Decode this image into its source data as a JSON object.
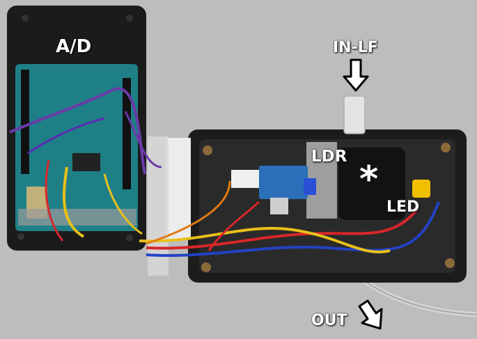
{
  "labels": {
    "ad": "A/D",
    "in_lf": "IN-LF",
    "ldr": "LDR",
    "led": "LED",
    "out": "OUT",
    "asterisk": "*"
  },
  "colors": {
    "background": "#b9b9b9",
    "enclosure": "#1c1c1c",
    "arduino_board": "#1f7f86",
    "sensor_board": "#2a6fb8",
    "wire_red": "#d8262a",
    "wire_blue": "#2342c4",
    "wire_yellow": "#e8c01a",
    "wire_purple": "#6b3aa8",
    "label_text": "#ffffff"
  }
}
